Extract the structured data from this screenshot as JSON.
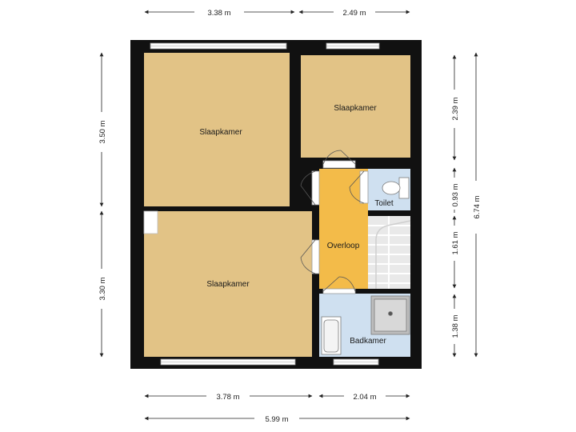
{
  "rooms": {
    "slaapkamer_1": "Slaapkamer",
    "slaapkamer_2": "Slaapkamer",
    "slaapkamer_3": "Slaapkamer",
    "toilet": "Toilet",
    "overloop": "Overloop",
    "badkamer": "Badkamer"
  },
  "dimensions": {
    "top_left": "3.38 m",
    "top_right": "2.49 m",
    "left_upper": "3.50 m",
    "left_lower": "3.30 m",
    "right_1": "2.39 m",
    "right_2": "0.93 m",
    "right_3": "1.61 m",
    "right_4": "1.38 m",
    "right_total": "6.74 m",
    "bottom_left": "3.78 m",
    "bottom_right": "2.04 m",
    "bottom_total": "5.99 m"
  },
  "colors": {
    "wall": "#111111",
    "bedroom_floor": "#e2c386",
    "landing_floor": "#f3bb49",
    "wet_floor": "#cfe0f0",
    "stair": "#e9e9e9"
  }
}
